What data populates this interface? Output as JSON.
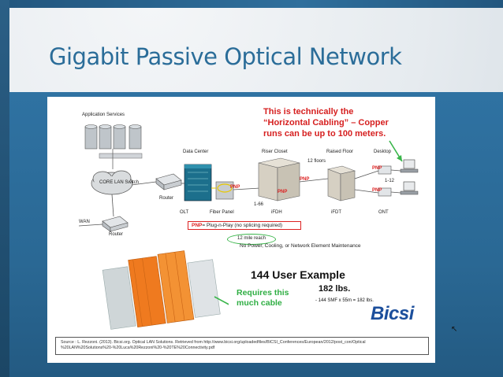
{
  "slide": {
    "title": "Gigabit Passive Optical Network"
  },
  "diagram": {
    "labels": {
      "application_services": "Application Services",
      "core_switch": "CORE LAN Switch",
      "router_top": "Router",
      "router_bottom": "Router",
      "wan": "WAN",
      "data_center": "Data Center",
      "olt": "OLT",
      "fiber_panel": "Fiber Panel",
      "riser_closet": "Riser Closet",
      "ifdh": "iFDH",
      "raised_floor": "Raised Floor",
      "ifdt": "iFDT",
      "desktop": "Desktop",
      "ont": "ONT",
      "floors": "12 floors",
      "range_1_66": "1-66",
      "range_1_12": "1-12",
      "pnp": "PNP"
    },
    "callout_red": [
      "This is technically the",
      "“Horizontal Cabling” – Copper",
      "runs can be up to 100 meters."
    ],
    "pnp_legend": {
      "key": "PNP",
      "text": "= Plug-n-Play (no splicing required)"
    },
    "reach": "12 mile reach",
    "maintenance": "No Power, Cooling, or Network Element Maintenance",
    "user_example": "144 User Example",
    "weight": "182 lbs.",
    "calc": "- 144 SMF x 55m = 182 lbs.",
    "green_callout": [
      "Requires this",
      "much cable"
    ],
    "logo": "Bicsi",
    "source": [
      "Source : L. Rezzoni. (2013). Bicsi.org. Optical LAN Solutions. Retrieved from http://www.bicsi.org/uploadedfiles/BICSI_Conferences/European/2012/post_con/Optical",
      "%20LAN%20Solutions%20-%20Luca%20Rezzoni%20-%20TE%20Connectivity.pdf"
    ]
  },
  "colors": {
    "title": "#2b6d99",
    "panel": "#2f72a2",
    "callout_red": "#d61f1f",
    "callout_green": "#2fae43",
    "bicsi_blue": "#1c4f9c"
  }
}
